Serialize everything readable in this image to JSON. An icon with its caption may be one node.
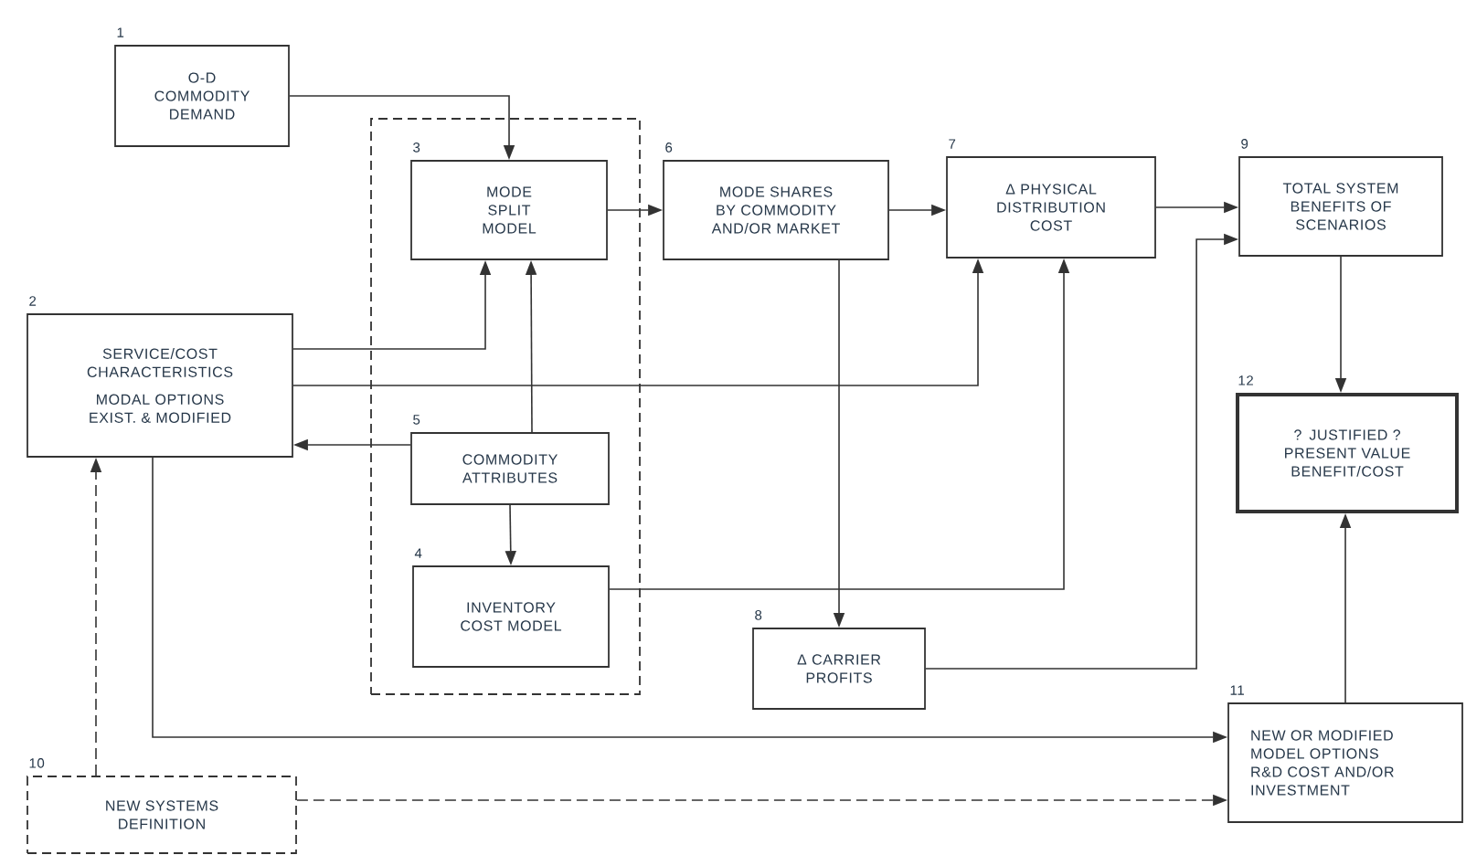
{
  "diagram": {
    "nodes": [
      {
        "text": [
          "1",
          "O-D COMMODITY DEMAND"
        ]
      },
      {
        "text": [
          "2",
          "SERVICE/COST CHARACTERISTICS",
          "MODAL OPTIONS EXIST. & MODIFIED"
        ]
      },
      {
        "text": [],
        "shape": "box"
      },
      {
        "text": [
          "3",
          "MODE SPLIT MODEL"
        ],
        "in": 2
      },
      {
        "text": [
          "6",
          "MODE SHARES BY COMMODITY AND/OR MARKET"
        ]
      },
      {
        "text": [
          "7",
          "Δ PHYSICAL DISTRIBUTION COST"
        ]
      },
      {
        "text": [
          "9",
          "TOTAL SYSTEM BENEFITS OF SCENARIOS"
        ]
      },
      {
        "text": [
          "5",
          "COMMODITY ATTRIBUTES"
        ],
        "in": 2
      },
      {
        "text": [
          "12",
          "? JUSTIFIED ? PRESENT VALUE BENEFIT/COST"
        ]
      },
      {
        "text": [
          "4",
          "INVENTORY COST MODEL"
        ],
        "in": 2
      },
      {
        "text": [
          "8",
          "Δ CARRIER PROFITS"
        ]
      },
      {
        "text": [
          "11",
          "NEW OR MODIFIED MODEL OPTIONS R&D COST AND/OR INVESTMENT"
        ]
      },
      {
        "text": [
          "10",
          "NEW SYSTEMS DEFINITION"
        ]
      }
    ],
    "edges": [
      {
        "from": 0,
        "to": 3,
        "arrow": "to"
      },
      {
        "from": 1,
        "to": 3,
        "arrow": "to"
      },
      {
        "from": 7,
        "to": 3,
        "arrow": "to"
      },
      {
        "from": 7,
        "to": 1,
        "arrow": "to"
      },
      {
        "from": 7,
        "to": 9,
        "arrow": "to"
      },
      {
        "from": 3,
        "to": 4,
        "arrow": "to"
      },
      {
        "from": 4,
        "to": 5,
        "arrow": "to"
      },
      {
        "from": 1,
        "to": 5,
        "arrow": "to"
      },
      {
        "from": 4,
        "to": 10,
        "arrow": "to"
      },
      {
        "from": 9,
        "to": 5,
        "arrow": "to"
      },
      {
        "from": 5,
        "to": 6,
        "arrow": "to"
      },
      {
        "from": 10,
        "to": 6,
        "arrow": "to"
      },
      {
        "from": 6,
        "to": 8,
        "arrow": "to"
      },
      {
        "from": 11,
        "to": 8,
        "arrow": "to"
      },
      {
        "from": 1,
        "to": 11,
        "arrow": "to"
      },
      {
        "from": 12,
        "to": 1,
        "arrow": "to",
        "style": "dashed"
      },
      {
        "from": 12,
        "to": 11,
        "arrow": "to",
        "style": "dashed"
      }
    ]
  }
}
